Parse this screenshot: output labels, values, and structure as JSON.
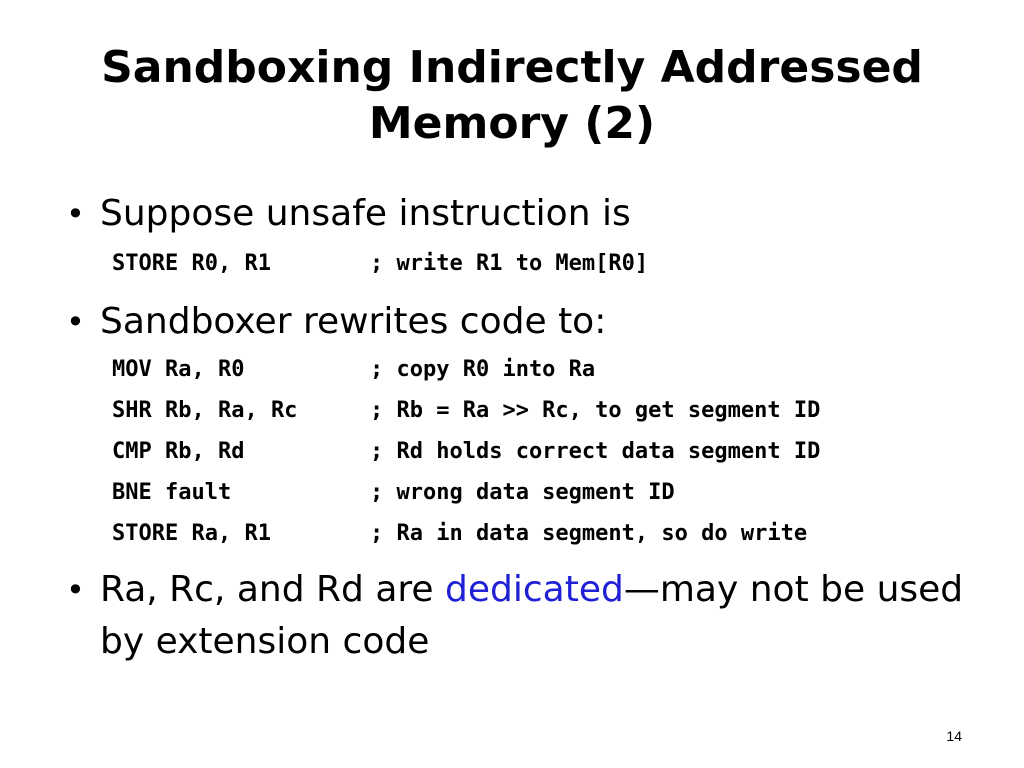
{
  "title": {
    "line1": "Sandboxing Indirectly Addressed",
    "line2": "Memory (2)"
  },
  "bullet_symbol": "•",
  "bullets": [
    {
      "text": "Suppose unsafe instruction is"
    },
    {
      "text": "Sandboxer rewrites code to:"
    },
    {
      "text_before": "Ra, Rc, and Rd are ",
      "highlight": "dedicated",
      "text_after": "—may not be used by extension code"
    }
  ],
  "code_original": [
    {
      "instr": "STORE R0, R1",
      "comment": "; write R1 to Mem[R0]"
    }
  ],
  "code_rewritten": [
    {
      "instr": "MOV Ra, R0",
      "comment": "; copy R0 into Ra"
    },
    {
      "instr": "SHR Rb, Ra, Rc",
      "comment": "; Rb = Ra >> Rc, to get segment ID"
    },
    {
      "instr": "CMP Rb, Rd",
      "comment": "; Rd holds correct data segment ID"
    },
    {
      "instr": "BNE fault",
      "comment": "; wrong data segment ID"
    },
    {
      "instr": "STORE Ra, R1",
      "comment": "; Ra in data segment, so do write"
    }
  ],
  "colors": {
    "highlight": "#1f1fd6",
    "text": "#000000",
    "background": "#ffffff"
  },
  "page_number": "14"
}
